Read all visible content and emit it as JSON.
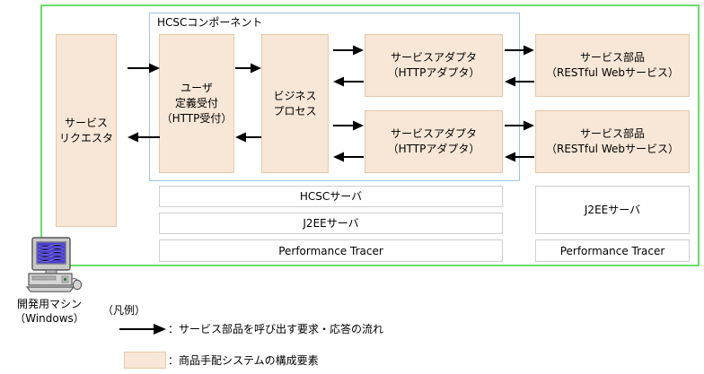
{
  "diagram": {
    "title": "HCSCコンポーネント",
    "colors": {
      "system_boundary": "#6bdd6b",
      "component_boundary": "#9dc3e6",
      "element_fill": "#f8e7d6",
      "element_border": "#e6c8a8",
      "bar_fill": "#ffffff",
      "bar_border": "#cfcfcf",
      "arrow": "#000000"
    },
    "nodes": {
      "service_requestor": "サービス\nリクエスタ",
      "user_defined_reception": "ユーザ\n定義受付\n（HTTP受付）",
      "business_process": "ビジネス\nプロセス",
      "service_adapter_1": "サービスアダプタ\n（HTTPアダプタ）",
      "service_adapter_2": "サービスアダプタ\n（HTTPアダプタ）",
      "service_part_1": "サービス部品\n（RESTful Webサービス）",
      "service_part_2": "サービス部品\n（RESTful Webサービス）"
    },
    "bars": {
      "left_hcsc_server": "HCSCサーバ",
      "left_j2ee_server": "J2EEサーバ",
      "left_performance_tracer": "Performance Tracer",
      "right_j2ee_server": "J2EEサーバ",
      "right_performance_tracer": "Performance Tracer"
    },
    "dev_machine": {
      "icon": "desktop-computer-icon",
      "label": "開発用マシン\n（Windows）"
    },
    "legend": {
      "title": "（凡例）",
      "arrow_label": "：サービス部品を呼び出す要求・応答の流れ",
      "swatch_label": "：商品手配システムの構成要素"
    }
  }
}
